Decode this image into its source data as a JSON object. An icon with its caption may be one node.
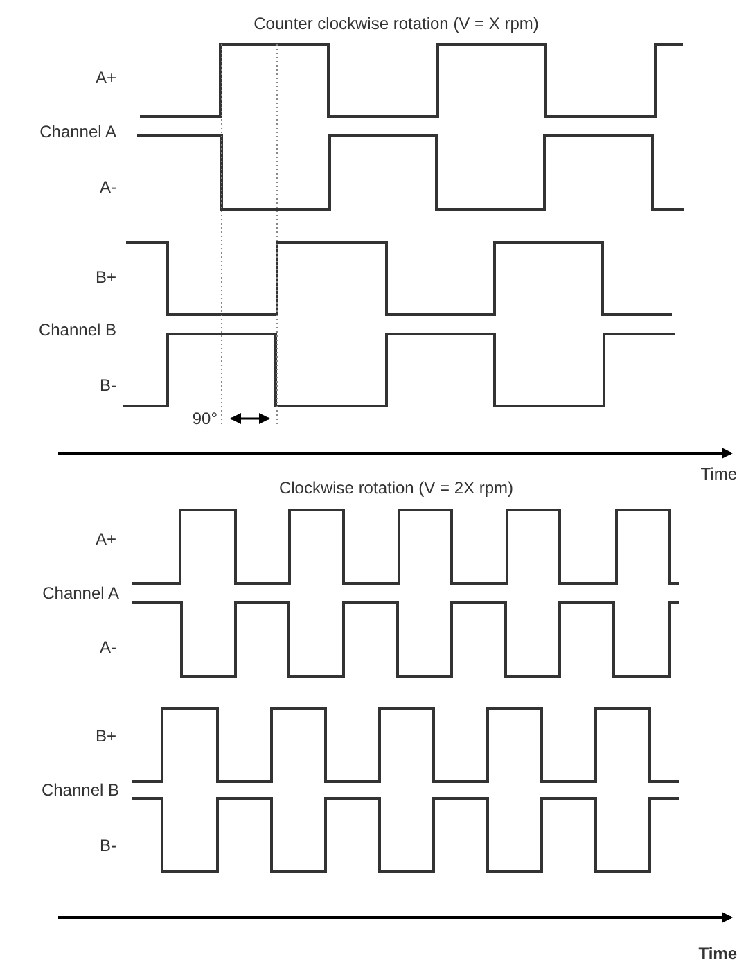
{
  "diagram": {
    "labels": [
      "Counter clockwise rotation (V = X rpm)",
      "A+",
      "Channel A",
      "A-",
      "B+",
      "Channel B",
      "B-",
      "90°",
      "Time",
      "Clockwise rotation (V = 2X rpm)",
      "A+",
      "Channel A",
      "A-",
      "B+",
      "Channel B",
      "B-",
      "Time"
    ]
  }
}
